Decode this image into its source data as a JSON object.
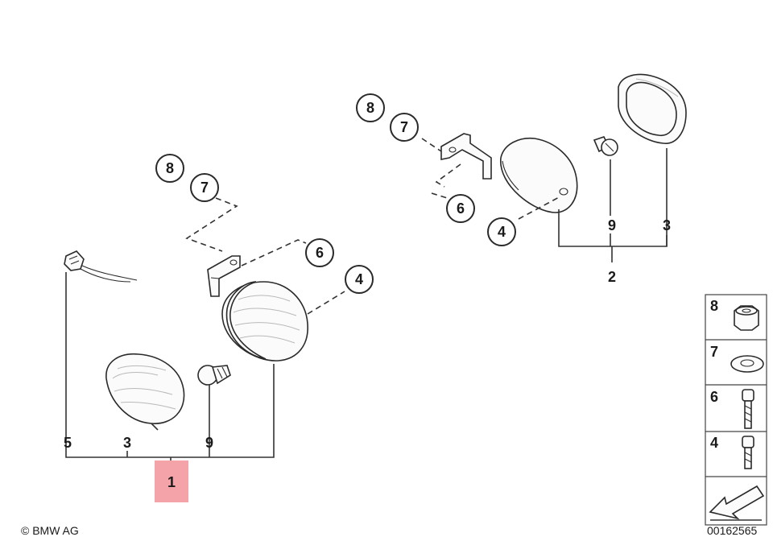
{
  "labels": {
    "left_5": "5",
    "left_3": "3",
    "left_9": "9",
    "left_1": "1",
    "left_4": "4",
    "left_6": "6",
    "left_7": "7",
    "left_8": "8",
    "right_8": "8",
    "right_7": "7",
    "right_6": "6",
    "right_4": "4",
    "right_9": "9",
    "right_3": "3",
    "right_2": "2"
  },
  "legend": {
    "items": [
      "8",
      "7",
      "6",
      "4"
    ]
  },
  "footer": {
    "copyright": "© BMW AG",
    "code": "00162565"
  },
  "colors": {
    "highlight": "#f4a3a8",
    "stroke": "#2a2a2a"
  },
  "highlighted_part": "1"
}
